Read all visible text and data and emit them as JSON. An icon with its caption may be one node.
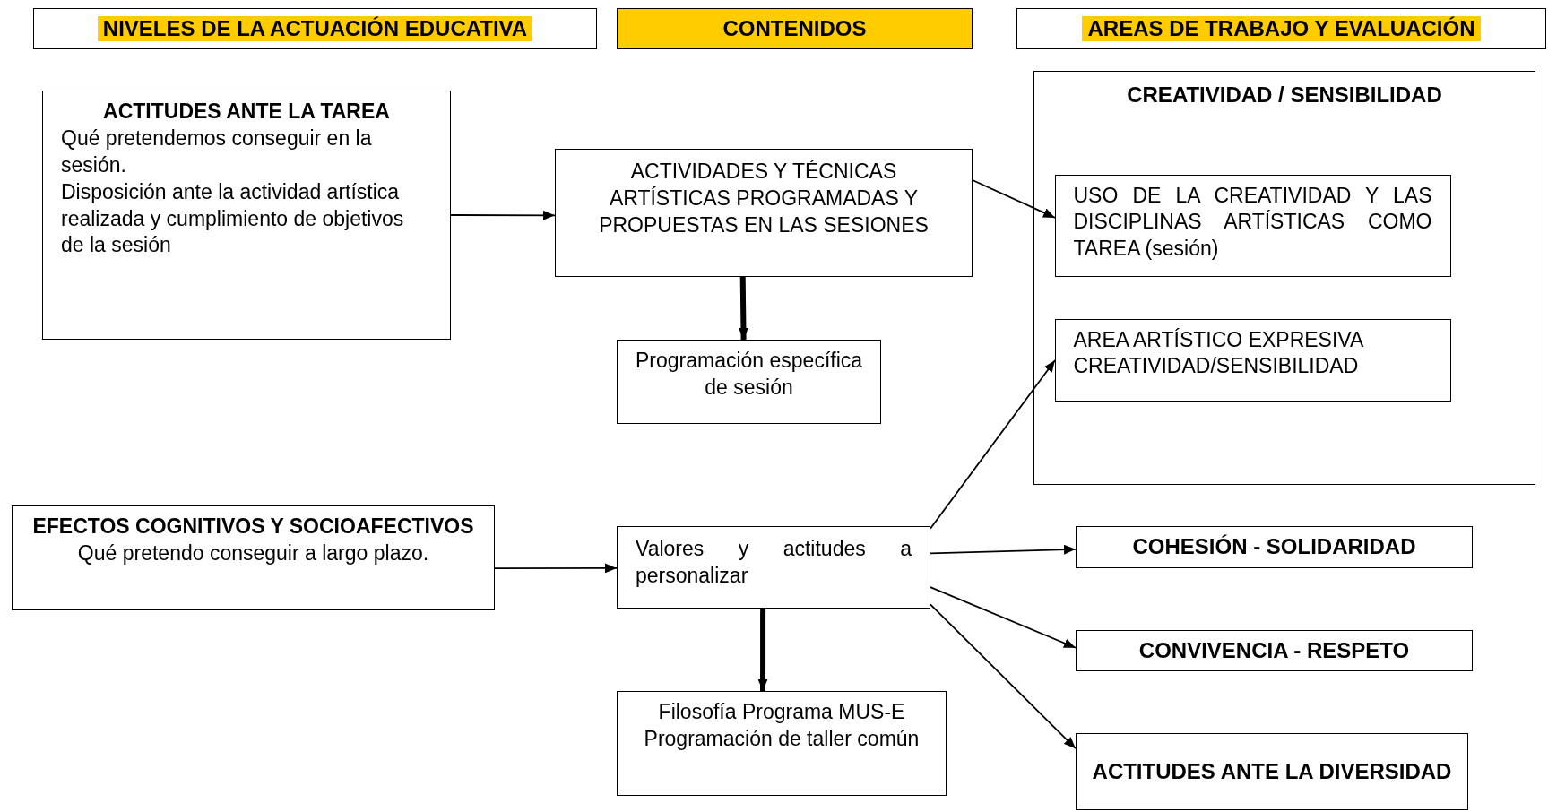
{
  "diagram": {
    "nodes": [
      {
        "text": [
          "NIVELES DE LA ACTUACIÓN EDUCATIVA"
        ]
      },
      {
        "text": [
          "CONTENIDOS"
        ]
      },
      {
        "text": [
          "AREAS DE TRABAJO Y EVALUACIÓN"
        ]
      },
      {
        "text": [
          "ACTITUDES ANTE LA TAREA",
          "Qué pretendemos conseguir en la sesión.",
          "Disposición ante la actividad artística realizada y cumplimiento de objetivos de la sesión"
        ]
      },
      {
        "text": [
          "ACTIVIDADES Y TÉCNICAS ARTÍSTICAS PROGRAMADAS Y PROPUESTAS EN LAS SESIONES"
        ]
      },
      {
        "text": [
          "Programación específica de sesión"
        ]
      },
      {
        "text": [
          "CREATIVIDAD / SENSIBILIDAD"
        ]
      },
      {
        "text": [
          "USO DE LA CREATIVIDAD Y LAS DISCIPLINAS ARTÍSTICAS COMO TAREA (sesión)"
        ],
        "in": 6
      },
      {
        "text": [
          "AREA ARTÍSTICO EXPRESIVA CREATIVIDAD/SENSIBILIDAD"
        ],
        "in": 6
      },
      {
        "text": [
          "EFECTOS COGNITIVOS Y SOCIOAFECTIVOS",
          "Qué pretendo  conseguir a largo plazo."
        ]
      },
      {
        "text": [
          "Valores y actitudes a personalizar"
        ]
      },
      {
        "text": [
          "Filosofía Programa MUS-E Programación de taller común"
        ]
      },
      {
        "text": [
          "COHESIÓN - SOLIDARIDAD"
        ]
      },
      {
        "text": [
          "CONVIVENCIA - RESPETO"
        ]
      },
      {
        "text": [
          "ACTITUDES ANTE LA DIVERSIDAD"
        ]
      }
    ],
    "edges": [
      {
        "from": 3,
        "to": 4,
        "arrow": "to"
      },
      {
        "from": 4,
        "to": 5,
        "arrow": "to",
        "style": "thick"
      },
      {
        "from": 4,
        "to": 7,
        "arrow": "to"
      },
      {
        "from": 9,
        "to": 10,
        "arrow": "to"
      },
      {
        "from": 10,
        "to": 11,
        "arrow": "to",
        "style": "thick"
      },
      {
        "from": 10,
        "to": 8,
        "arrow": "to"
      },
      {
        "from": 10,
        "to": 12,
        "arrow": "to"
      },
      {
        "from": 10,
        "to": 13,
        "arrow": "to"
      },
      {
        "from": 10,
        "to": 14,
        "arrow": "to"
      }
    ]
  }
}
